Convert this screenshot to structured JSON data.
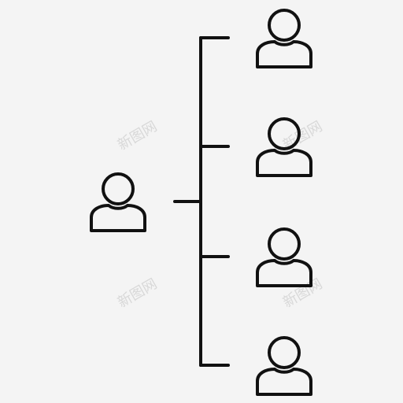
{
  "diagram": {
    "type": "org-chart",
    "root": {
      "id": "root",
      "icon": "person-icon"
    },
    "children": [
      {
        "id": "child-1",
        "icon": "person-icon"
      },
      {
        "id": "child-2",
        "icon": "person-icon"
      },
      {
        "id": "child-3",
        "icon": "person-icon"
      },
      {
        "id": "child-4",
        "icon": "person-icon"
      }
    ]
  },
  "watermark": {
    "text": "新图网"
  },
  "colors": {
    "background": "#f4f4f4",
    "line": "#111111",
    "watermark": "#d6d6d6"
  }
}
